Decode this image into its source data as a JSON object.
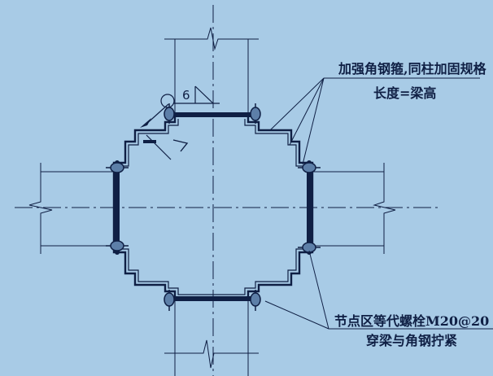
{
  "annotations": {
    "angle_hoop_line1": "加强角钢箍,同柱加固规格",
    "angle_hoop_line2": "长度=梁高",
    "bolt_line1": "节点区等代螺栓M20@20",
    "bolt_line2": "穿梁与角钢拧紧"
  },
  "weld_symbol": {
    "size": "6"
  },
  "colors": {
    "background": "#a8cbe6",
    "line": "#0f1f44"
  }
}
